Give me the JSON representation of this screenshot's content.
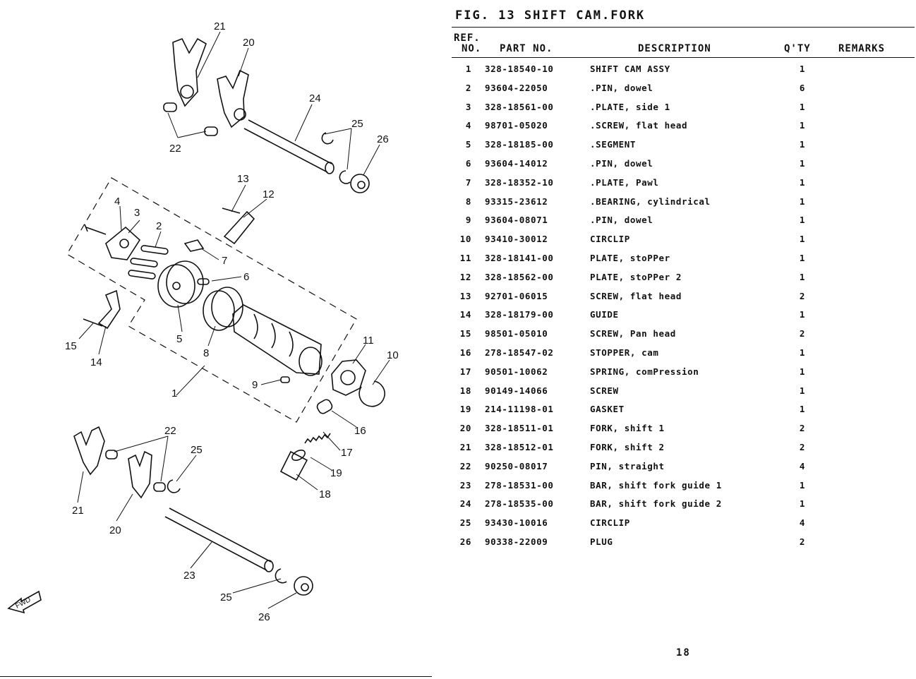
{
  "figure": {
    "title": "FIG. 13  SHIFT CAM.FORK"
  },
  "table": {
    "headers": {
      "ref_line1": "REF.",
      "ref_line2": "NO.",
      "part": "PART NO.",
      "desc": "DESCRIPTION",
      "qty": "Q'TY",
      "remarks": "REMARKS"
    },
    "rows": [
      {
        "ref": "1",
        "part": "328-18540-10",
        "desc": "SHIFT CAM ASSY",
        "qty": "1"
      },
      {
        "ref": "2",
        "part": "93604-22050",
        "desc": ".PIN, dowel",
        "qty": "6"
      },
      {
        "ref": "3",
        "part": "328-18561-00",
        "desc": ".PLATE, side 1",
        "qty": "1"
      },
      {
        "ref": "4",
        "part": "98701-05020",
        "desc": ".SCREW, flat head",
        "qty": "1"
      },
      {
        "ref": "5",
        "part": "328-18185-00",
        "desc": ".SEGMENT",
        "qty": "1"
      },
      {
        "ref": "6",
        "part": "93604-14012",
        "desc": ".PIN, dowel",
        "qty": "1"
      },
      {
        "ref": "7",
        "part": "328-18352-10",
        "desc": ".PLATE, Pawl",
        "qty": "1"
      },
      {
        "ref": "8",
        "part": "93315-23612",
        "desc": ".BEARING, cylindrical",
        "qty": "1"
      },
      {
        "ref": "9",
        "part": "93604-08071",
        "desc": ".PIN, dowel",
        "qty": "1"
      },
      {
        "ref": "10",
        "part": "93410-30012",
        "desc": "CIRCLIP",
        "qty": "1"
      },
      {
        "ref": "11",
        "part": "328-18141-00",
        "desc": "PLATE, stoPPer",
        "qty": "1"
      },
      {
        "ref": "12",
        "part": "328-18562-00",
        "desc": "PLATE, stoPPer 2",
        "qty": "1"
      },
      {
        "ref": "13",
        "part": "92701-06015",
        "desc": "SCREW, flat head",
        "qty": "2"
      },
      {
        "ref": "14",
        "part": "328-18179-00",
        "desc": "GUIDE",
        "qty": "1"
      },
      {
        "ref": "15",
        "part": "98501-05010",
        "desc": "SCREW, Pan head",
        "qty": "2"
      },
      {
        "ref": "16",
        "part": "278-18547-02",
        "desc": "STOPPER, cam",
        "qty": "1"
      },
      {
        "ref": "17",
        "part": "90501-10062",
        "desc": "SPRING, comPression",
        "qty": "1"
      },
      {
        "ref": "18",
        "part": "90149-14066",
        "desc": "SCREW",
        "qty": "1"
      },
      {
        "ref": "19",
        "part": "214-11198-01",
        "desc": "GASKET",
        "qty": "1"
      },
      {
        "ref": "20",
        "part": "328-18511-01",
        "desc": "FORK, shift 1",
        "qty": "2"
      },
      {
        "ref": "21",
        "part": "328-18512-01",
        "desc": "FORK, shift 2",
        "qty": "2"
      },
      {
        "ref": "22",
        "part": "90250-08017",
        "desc": "PIN, straight",
        "qty": "4"
      },
      {
        "ref": "23",
        "part": "278-18531-00",
        "desc": "BAR, shift fork guide 1",
        "qty": "1"
      },
      {
        "ref": "24",
        "part": "278-18535-00",
        "desc": "BAR, shift fork guide 2",
        "qty": "1"
      },
      {
        "ref": "25",
        "part": "93430-10016",
        "desc": "CIRCLIP",
        "qty": "4"
      },
      {
        "ref": "26",
        "part": "90338-22009",
        "desc": "PLUG",
        "qty": "2"
      }
    ]
  },
  "diagram": {
    "callouts": [
      "21",
      "20",
      "24",
      "25",
      "26",
      "22",
      "13",
      "12",
      "4",
      "3",
      "2",
      "7",
      "6",
      "5",
      "8",
      "15",
      "14",
      "9",
      "1",
      "11",
      "10",
      "16",
      "17",
      "19",
      "18",
      "22",
      "25",
      "21",
      "20",
      "23",
      "25",
      "26"
    ],
    "fwd_label": "FWD"
  },
  "page": {
    "number": "18"
  }
}
